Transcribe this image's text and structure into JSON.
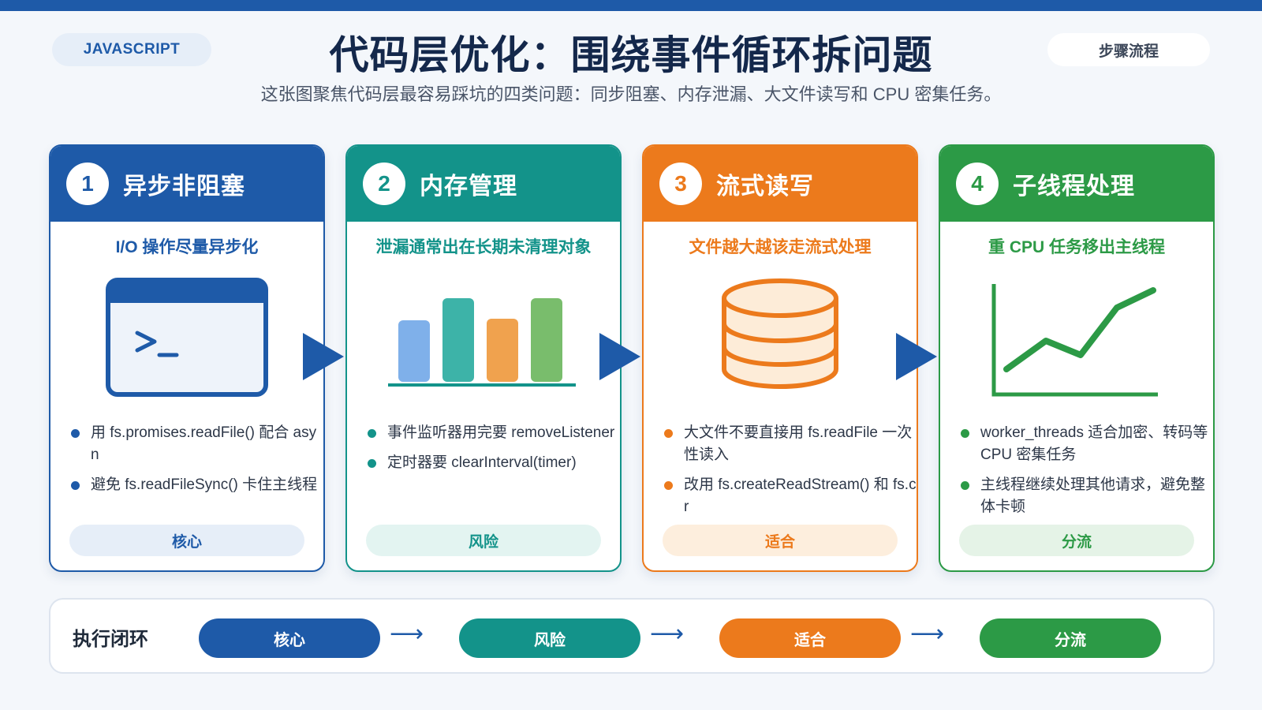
{
  "header": {
    "tag_left": "JAVASCRIPT",
    "title": "代码层优化：围绕事件循环拆问题",
    "tag_right": "步骤流程",
    "subtitle": "这张图聚焦代码层最容易踩坑的四类问题：同步阻塞、内存泄漏、大文件读写和 CPU 密集任务。"
  },
  "colors": {
    "blue": "#1e5aa8",
    "teal": "#13938a",
    "orange": "#ec7a1c",
    "green": "#2c9a46"
  },
  "cards": [
    {
      "number": "1",
      "title": "异步非阻塞",
      "subtitle": "I/O 操作尽量异步化",
      "icon": "terminal-window-icon",
      "bullets": [
        "用 fs.promises.readFile() 配合 asyn",
        "避免 fs.readFileSync() 卡住主线程"
      ],
      "pill": "核心"
    },
    {
      "number": "2",
      "title": "内存管理",
      "subtitle": "泄漏通常出在长期未清理对象",
      "icon": "bar-chart-icon",
      "bullets": [
        "事件监听器用完要 removeListener",
        "定时器要 clearInterval(timer)"
      ],
      "pill": "风险"
    },
    {
      "number": "3",
      "title": "流式读写",
      "subtitle": "文件越大越该走流式处理",
      "icon": "database-icon",
      "bullets": [
        "大文件不要直接用 fs.readFile 一次性读入",
        "改用 fs.createReadStream() 和 fs.cr"
      ],
      "pill": "适合"
    },
    {
      "number": "4",
      "title": "子线程处理",
      "subtitle": "重 CPU 任务移出主线程",
      "icon": "line-chart-icon",
      "bullets": [
        "worker_threads 适合加密、转码等 CPU 密集任务",
        "主线程继续处理其他请求，避免整体卡顿"
      ],
      "pill": "分流"
    }
  ],
  "loop": {
    "label": "执行闭环",
    "steps": [
      "核心",
      "风险",
      "适合",
      "分流"
    ]
  }
}
